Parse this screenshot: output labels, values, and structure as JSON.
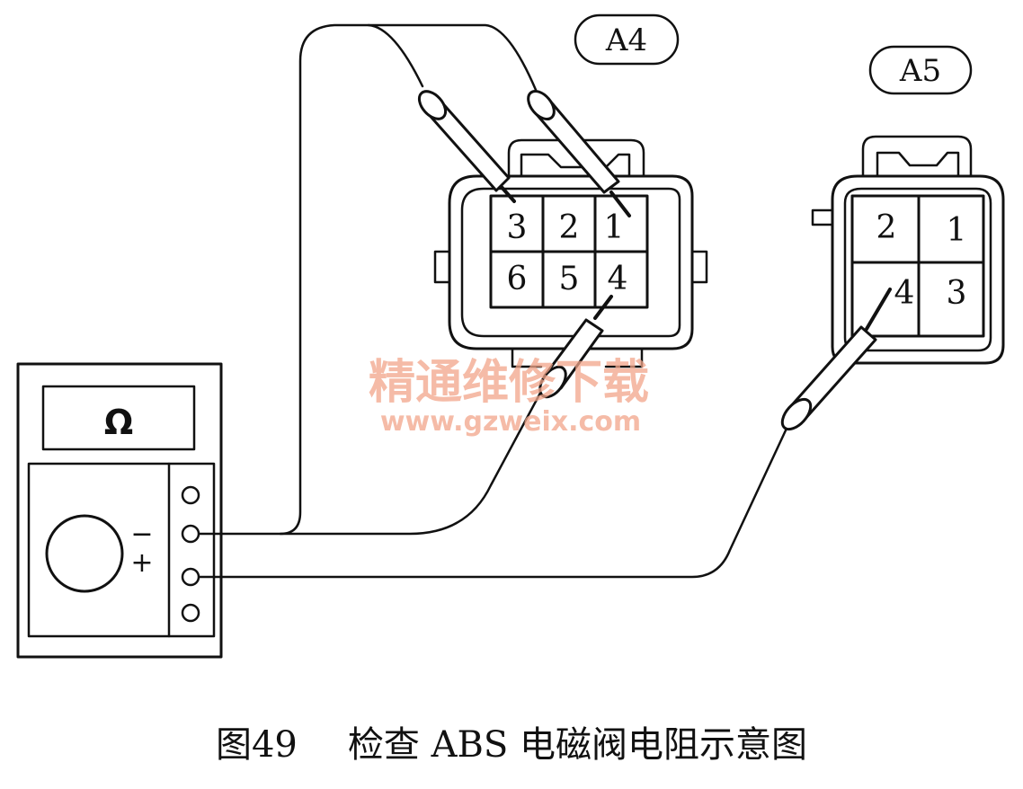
{
  "figure": {
    "number": "图49",
    "title": "检查 ABS 电磁阀电阻示意图"
  },
  "meter": {
    "unit_symbol": "Ω",
    "minus_label": "−",
    "plus_label": "+"
  },
  "connector_a4": {
    "label": "A4",
    "pins": [
      {
        "id": "3"
      },
      {
        "id": "2"
      },
      {
        "id": "1"
      },
      {
        "id": "6"
      },
      {
        "id": "5"
      },
      {
        "id": "4"
      }
    ]
  },
  "connector_a5": {
    "label": "A5",
    "pins": [
      {
        "id": "2"
      },
      {
        "id": "1"
      },
      {
        "id": "4"
      },
      {
        "id": "3"
      }
    ]
  },
  "watermark": {
    "line1": "精通维修下载",
    "line2": "www.gzweix.com",
    "color": "#f2a58a"
  },
  "colors": {
    "ink": "#111111",
    "paper": "#ffffff"
  }
}
